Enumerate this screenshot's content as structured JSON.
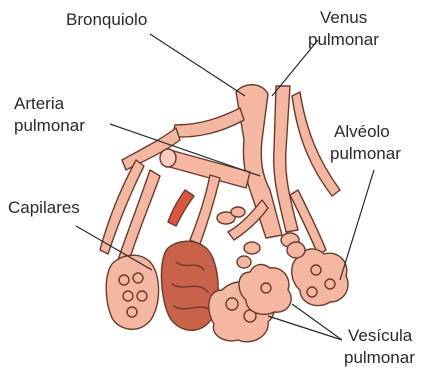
{
  "labels": {
    "bronquiolo": "Bronquiolo",
    "venus_1": "Venus",
    "venus_2": "pulmonar",
    "arteria_1": "Arteria",
    "arteria_2": "pulmonar",
    "alveolo_1": "Alvéolo",
    "alveolo_2": "pulmonar",
    "capilares": "Capilares",
    "vesicula_1": "Vesícula",
    "vesicula_2": "pulmonar"
  },
  "colors": {
    "tissue_fill": "#f4b8a2",
    "tissue_outline": "#6b3a2c",
    "capillary_fill": "#c9624a",
    "leader_line": "#2a2a2a",
    "text": "#2a2a2a"
  }
}
